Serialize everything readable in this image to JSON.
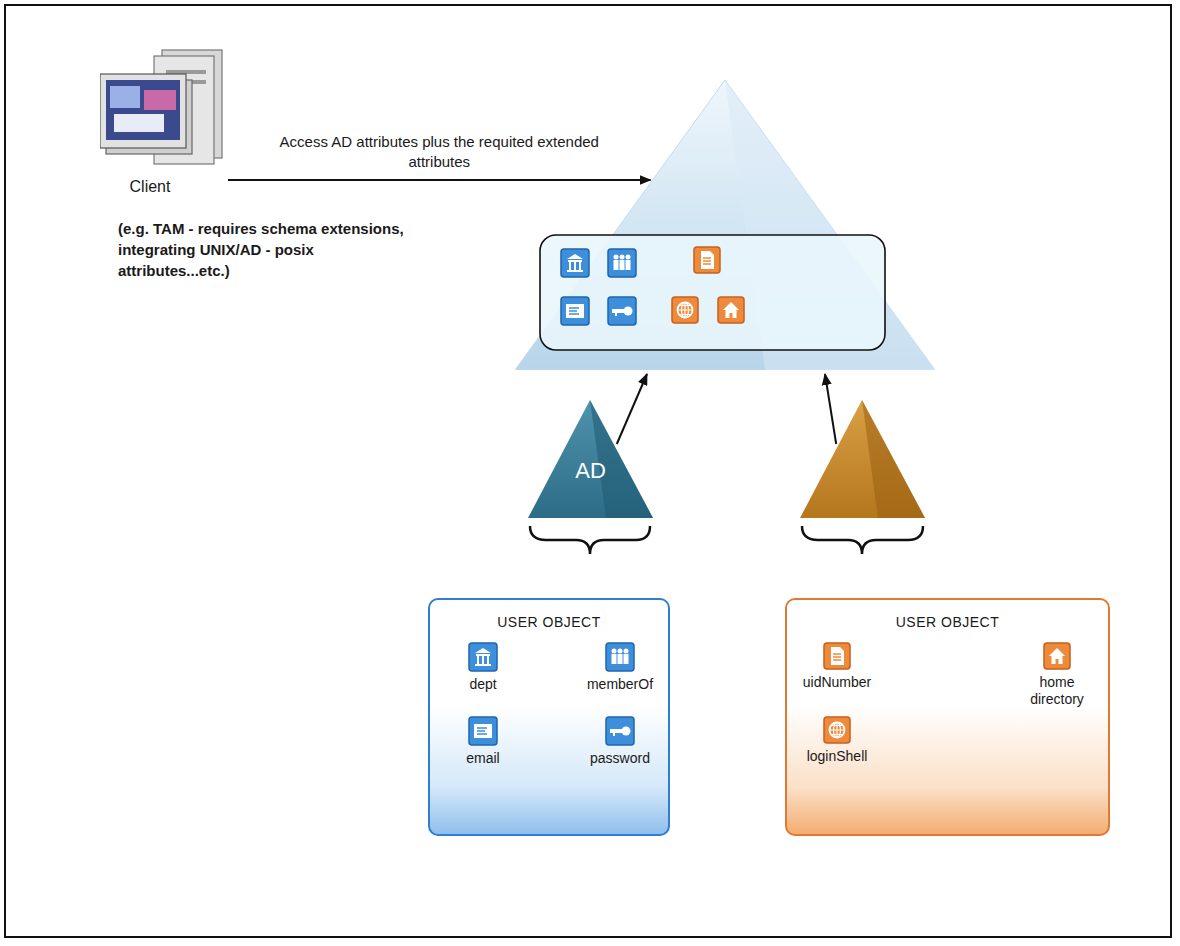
{
  "diagram": {
    "nodes": [
      {
        "text": [
          "Client"
        ]
      },
      {
        "text": []
      },
      {
        "text": [
          "AD"
        ]
      },
      {
        "text": []
      },
      {
        "text": [
          "USER OBJECT"
        ]
      },
      {
        "text": [
          "dept"
        ],
        "in": 4
      },
      {
        "text": [
          "memberOf"
        ],
        "in": 4
      },
      {
        "text": [
          "email"
        ],
        "in": 4
      },
      {
        "text": [
          "password"
        ],
        "in": 4
      },
      {
        "text": [
          "USER OBJECT"
        ]
      },
      {
        "text": [
          "uidNumber"
        ],
        "in": 9
      },
      {
        "text": [
          "home directory"
        ],
        "in": 9
      },
      {
        "text": [
          "loginShell"
        ],
        "in": 9
      }
    ],
    "edges": [
      {
        "from": 0,
        "to": 1,
        "label": "Access AD attributes plus the requited extended attributes",
        "arrow": "to"
      },
      {
        "from": 2,
        "to": 1,
        "arrow": "to"
      },
      {
        "from": 3,
        "to": 1,
        "arrow": "to"
      }
    ],
    "labels": [
      "(e.g. TAM - requires schema extensions, integrating UNIX/AD - posix attributes...etc.)"
    ]
  }
}
